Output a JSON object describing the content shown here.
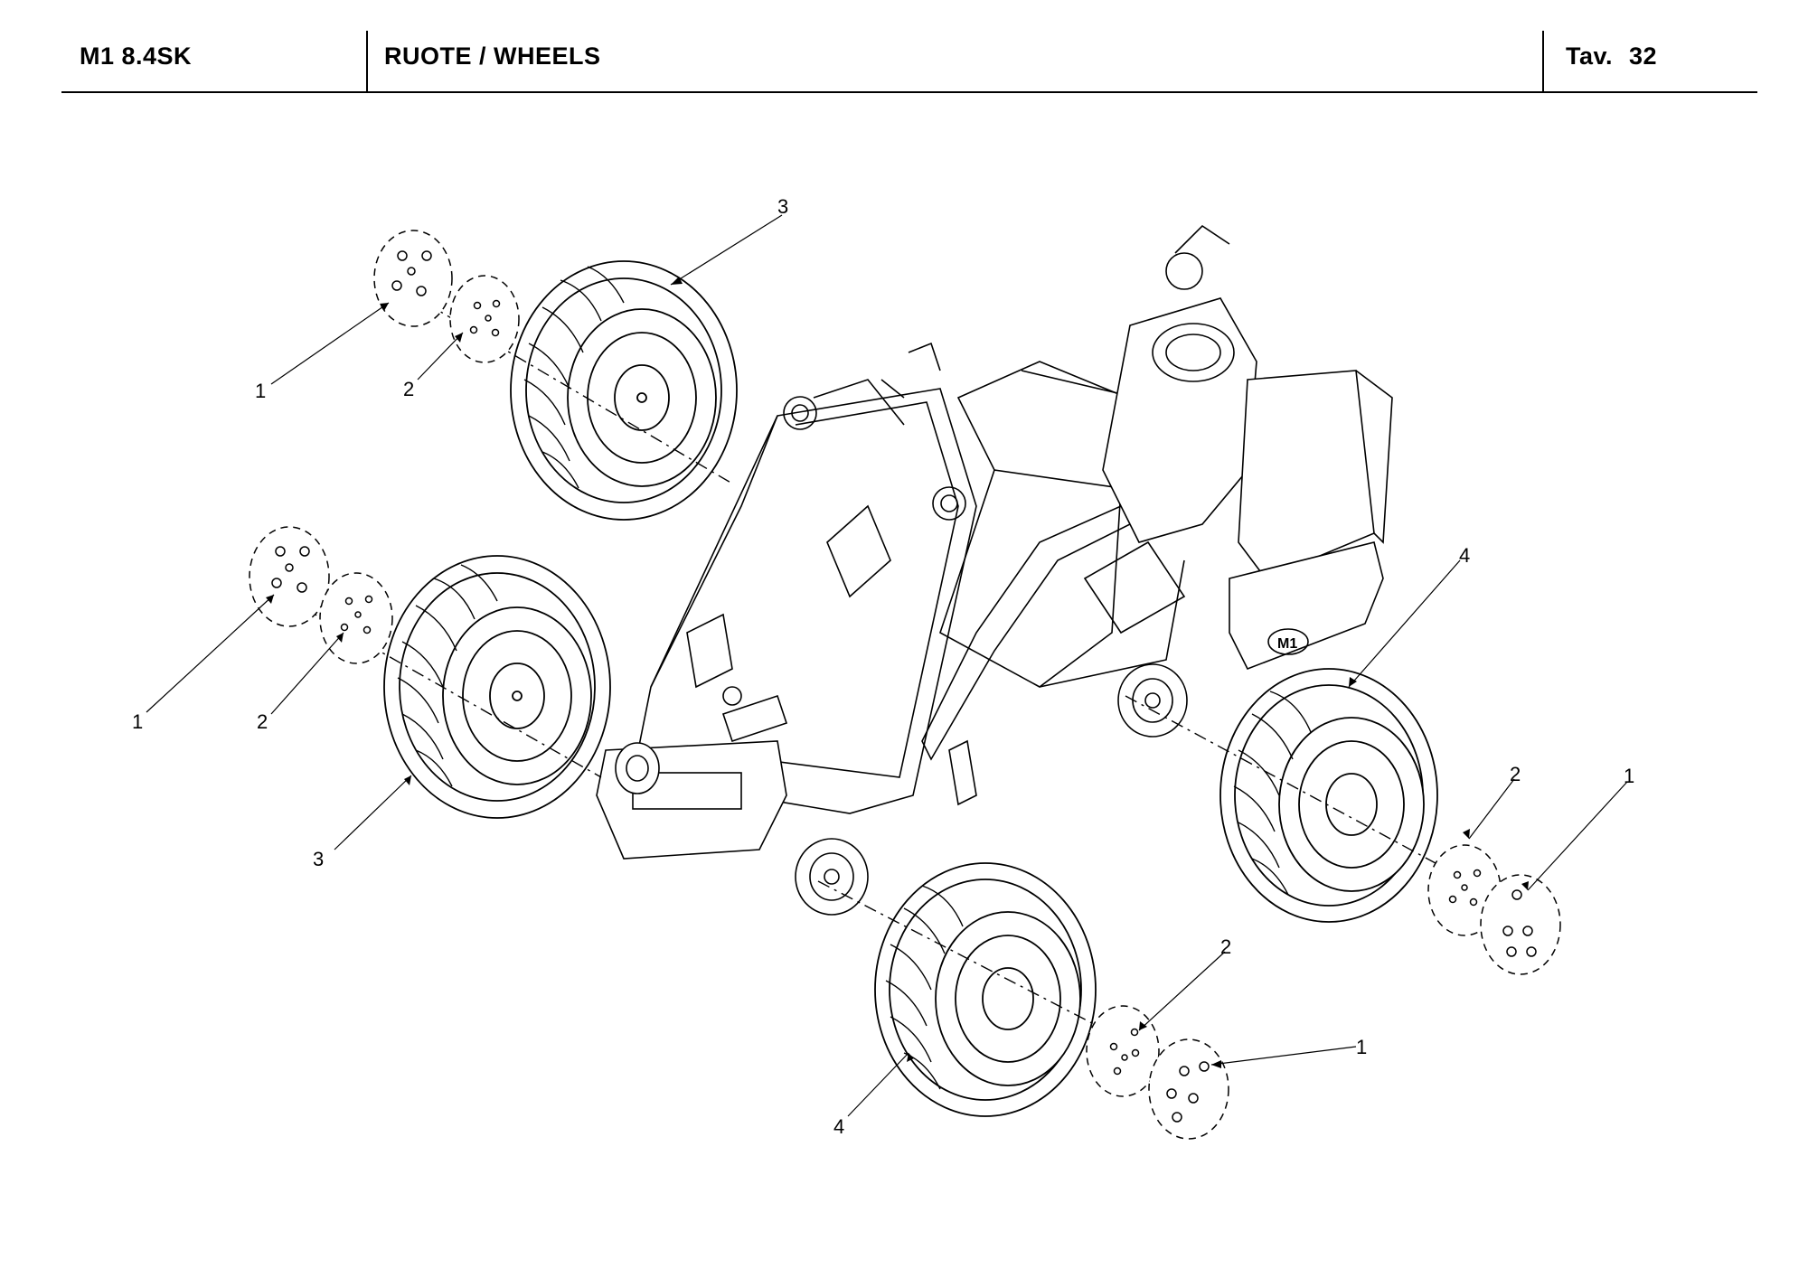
{
  "header": {
    "model": "M1 8.4SK",
    "title": "RUOTE / WHEELS",
    "table_label": "Tav.",
    "table_number": "32"
  },
  "callouts": {
    "c1": "1",
    "c2": "2",
    "c3": "3",
    "c4": "1",
    "c5": "2",
    "c6": "3",
    "c7": "4",
    "c8": "2",
    "c9": "1",
    "c10": "2",
    "c11": "1",
    "c12": "4"
  }
}
